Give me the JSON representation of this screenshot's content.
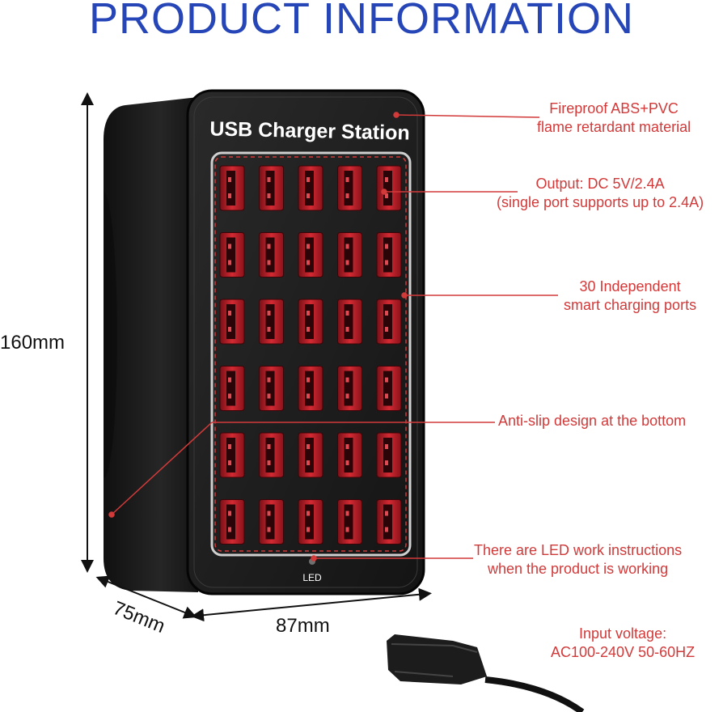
{
  "title": "PRODUCT INFORMATION",
  "device_label": "USB Charger Station",
  "led_label": "LED",
  "annotations": [
    {
      "line1": "Fireproof ABS+PVC",
      "line2": "flame retardant material"
    },
    {
      "line1": "Output: DC 5V/2.4A",
      "line2": "(single port supports up to 2.4A)"
    },
    {
      "line1": "30 Independent",
      "line2": "smart charging ports"
    },
    {
      "line1": "Anti-slip design at the bottom",
      "line2": ""
    },
    {
      "line1": "There are LED work instructions",
      "line2": "when the product is working"
    },
    {
      "line1": "Input voltage:",
      "line2": "AC100-240V 50-60HZ"
    }
  ],
  "dimensions": {
    "height": "160mm",
    "depth": "75mm",
    "width": "87mm"
  },
  "ports": {
    "rows": 6,
    "cols": 5
  },
  "colors": {
    "title": "#2646b8",
    "annotation": "#d23a3a",
    "port": "#c0202a",
    "body": "#1a1a1a"
  }
}
